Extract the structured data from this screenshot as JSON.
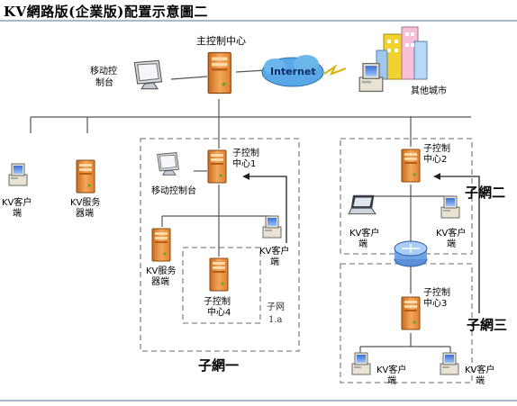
{
  "title": "KV網路版(企業版)配置示意圖二",
  "internet": "Internet",
  "nodes": {
    "main_center": "主控制中心",
    "mobile_console_top_1": "移动控",
    "mobile_console_top_2": "制台",
    "other_city": "其他城市",
    "left_client_1": "KV客户",
    "left_client_2": "端",
    "left_server_1": "KV服务",
    "left_server_2": "器端",
    "sub1_center_1": "子控制",
    "sub1_center_2": "中心1",
    "sub1_mobile": "移动控制台",
    "sub1_client_1": "KV客户",
    "sub1_client_2": "端",
    "sub1_server_1": "KV服务",
    "sub1_server_2": "器端",
    "sub4_center_1": "子控制",
    "sub4_center_2": "中心4",
    "subnet_1a_1": "子网",
    "subnet_1a_2": "1.a",
    "sub2_center_1": "子控制",
    "sub2_center_2": "中心2",
    "sub2_client_a_1": "KV客户",
    "sub2_client_a_2": "端",
    "sub2_client_b_1": "KV客户",
    "sub2_client_b_2": "端",
    "sub3_center_1": "子控制",
    "sub3_center_2": "中心3",
    "sub3_client_a_1": "KV客户",
    "sub3_client_a_2": "端",
    "sub3_client_b_1": "KV客户",
    "sub3_client_b_2": "端"
  },
  "groups": {
    "net1": "子網一",
    "net2": "子網二",
    "net3": "子網三"
  },
  "colors": {
    "server_orange": "#f0a050",
    "line": "#555555",
    "dash": "#888888",
    "cloud": "#5aa8e6"
  }
}
